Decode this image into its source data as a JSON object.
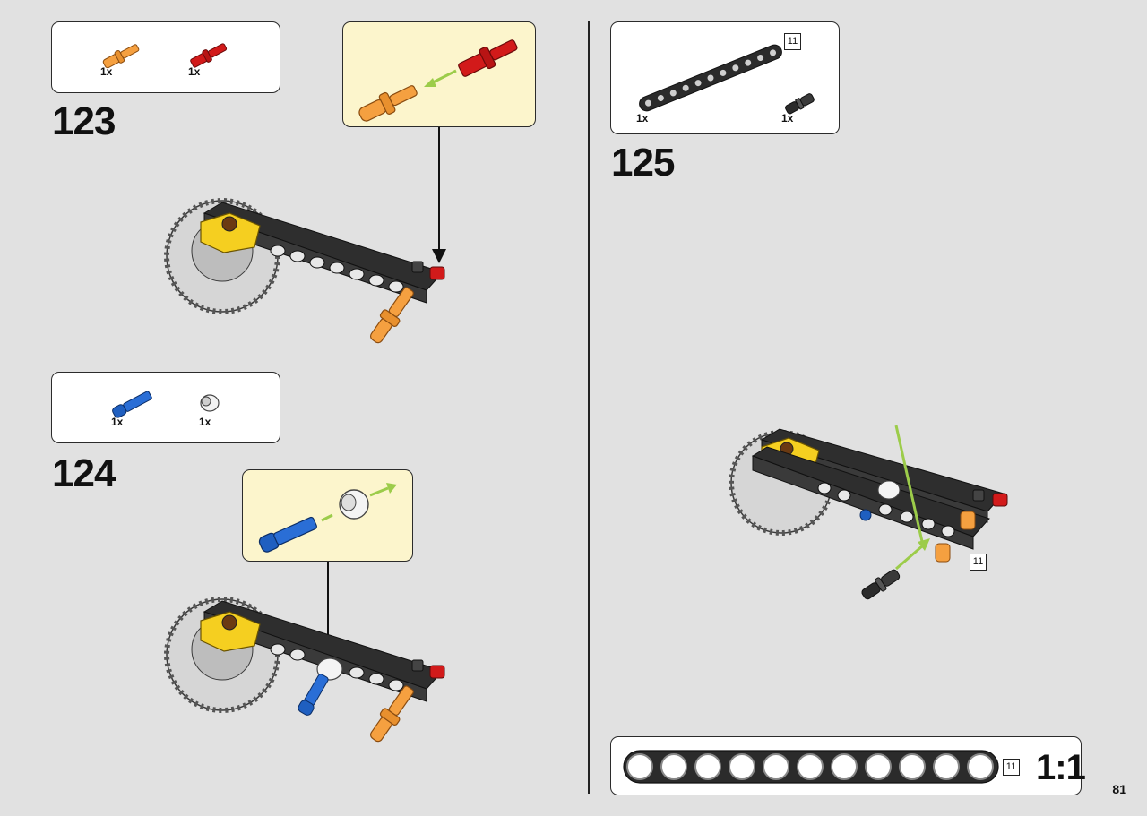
{
  "page": {
    "number": "81"
  },
  "steps": [
    {
      "number": "123",
      "parts": [
        {
          "qty": "1x",
          "part": "orange-axle-pin-icon",
          "color": "#f5a040"
        },
        {
          "qty": "1x",
          "part": "red-axle-pin-icon",
          "color": "#d21a1a"
        }
      ]
    },
    {
      "number": "124",
      "parts": [
        {
          "qty": "1x",
          "part": "blue-axle-pin-icon",
          "color": "#1f5fc0"
        },
        {
          "qty": "1x",
          "part": "white-bush-icon",
          "color": "#f2f2f2"
        }
      ]
    },
    {
      "number": "125",
      "parts": [
        {
          "qty": "1x",
          "part": "black-beam-11-icon",
          "color": "#2b2b2b"
        },
        {
          "qty": "1x",
          "part": "black-connector-peg-icon",
          "color": "#2b2b2b"
        }
      ],
      "badges": [
        "11",
        "11"
      ]
    }
  ],
  "scale_ruler": {
    "length_label": "11",
    "scale": "1:1",
    "holes": 11
  },
  "colors": {
    "background": "#e1e1e1",
    "callout": "#fcf5cc",
    "arrow_green": "#9ccc4a",
    "beam": "#2b2b2b",
    "gear": "#c9c9c9",
    "yellow": "#f5cf20"
  }
}
